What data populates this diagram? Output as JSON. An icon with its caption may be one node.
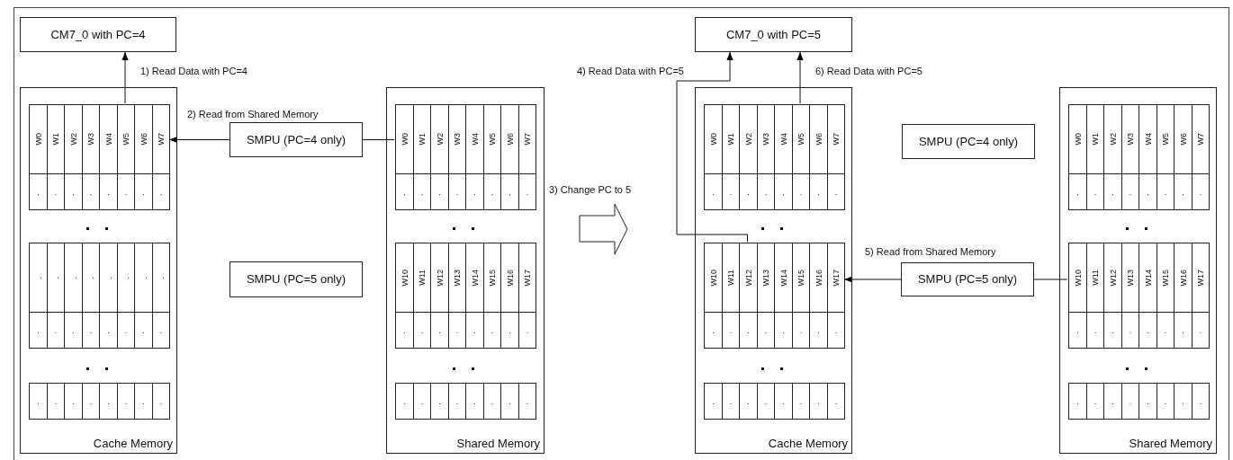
{
  "diagram": {
    "nodes": [
      {
        "text": [
          "CM7_0 with PC=4"
        ]
      },
      {
        "text": [
          "Cache Memory"
        ]
      },
      {
        "text": [
          "W0"
        ],
        "in": 1
      },
      {
        "text": [
          "W1"
        ],
        "in": 1
      },
      {
        "text": [
          "W2"
        ],
        "in": 1
      },
      {
        "text": [
          "W3"
        ],
        "in": 1
      },
      {
        "text": [
          "W4"
        ],
        "in": 1
      },
      {
        "text": [
          "W5"
        ],
        "in": 1
      },
      {
        "text": [
          "W6"
        ],
        "in": 1
      },
      {
        "text": [
          "W7"
        ],
        "in": 1
      },
      {
        "text": [
          "."
        ],
        "in": 1
      },
      {
        "text": [
          "."
        ],
        "in": 1
      },
      {
        "text": [
          "."
        ],
        "in": 1
      },
      {
        "text": [
          "."
        ],
        "in": 1
      },
      {
        "text": [
          "."
        ],
        "in": 1
      },
      {
        "text": [
          "."
        ],
        "in": 1
      },
      {
        "text": [
          "."
        ],
        "in": 1
      },
      {
        "text": [
          "."
        ],
        "in": 1
      },
      {
        "text": [
          "."
        ],
        "in": 1
      },
      {
        "text": [
          "."
        ],
        "in": 1
      },
      {
        "text": [
          "."
        ],
        "in": 1
      },
      {
        "text": [
          "."
        ],
        "in": 1
      },
      {
        "text": [
          "."
        ],
        "in": 1
      },
      {
        "text": [
          "."
        ],
        "in": 1
      },
      {
        "text": [
          "."
        ],
        "in": 1
      },
      {
        "text": [
          "."
        ],
        "in": 1
      },
      {
        "text": [
          "."
        ],
        "in": 1
      },
      {
        "text": [
          "."
        ],
        "in": 1
      },
      {
        "text": [
          "."
        ],
        "in": 1
      },
      {
        "text": [
          "."
        ],
        "in": 1
      },
      {
        "text": [
          "."
        ],
        "in": 1
      },
      {
        "text": [
          "."
        ],
        "in": 1
      },
      {
        "text": [
          "."
        ],
        "in": 1
      },
      {
        "text": [
          "."
        ],
        "in": 1
      },
      {
        "text": [
          "."
        ],
        "in": 1
      },
      {
        "text": [
          "."
        ],
        "in": 1
      },
      {
        "text": [
          "."
        ],
        "in": 1
      },
      {
        "text": [
          "."
        ],
        "in": 1
      },
      {
        "text": [
          "."
        ],
        "in": 1
      },
      {
        "text": [
          "."
        ],
        "in": 1
      },
      {
        "text": [
          "."
        ],
        "in": 1
      },
      {
        "text": [
          "."
        ],
        "in": 1
      },
      {
        "text": [
          "SMPU (PC=4 only)"
        ]
      },
      {
        "text": [
          "SMPU (PC=5 only)"
        ]
      },
      {
        "text": [
          "Shared Memory"
        ]
      },
      {
        "text": [
          "W0"
        ],
        "in": 44
      },
      {
        "text": [
          "W1"
        ],
        "in": 44
      },
      {
        "text": [
          "W2"
        ],
        "in": 44
      },
      {
        "text": [
          "W3"
        ],
        "in": 44
      },
      {
        "text": [
          "W4"
        ],
        "in": 44
      },
      {
        "text": [
          "W5"
        ],
        "in": 44
      },
      {
        "text": [
          "W6"
        ],
        "in": 44
      },
      {
        "text": [
          "W7"
        ],
        "in": 44
      },
      {
        "text": [
          "."
        ],
        "in": 44
      },
      {
        "text": [
          "."
        ],
        "in": 44
      },
      {
        "text": [
          "."
        ],
        "in": 44
      },
      {
        "text": [
          "."
        ],
        "in": 44
      },
      {
        "text": [
          "."
        ],
        "in": 44
      },
      {
        "text": [
          "."
        ],
        "in": 44
      },
      {
        "text": [
          "."
        ],
        "in": 44
      },
      {
        "text": [
          "."
        ],
        "in": 44
      },
      {
        "text": [
          "W10"
        ],
        "in": 44
      },
      {
        "text": [
          "W11"
        ],
        "in": 44
      },
      {
        "text": [
          "W12"
        ],
        "in": 44
      },
      {
        "text": [
          "W13"
        ],
        "in": 44
      },
      {
        "text": [
          "W14"
        ],
        "in": 44
      },
      {
        "text": [
          "W15"
        ],
        "in": 44
      },
      {
        "text": [
          "W16"
        ],
        "in": 44
      },
      {
        "text": [
          "W17"
        ],
        "in": 44
      },
      {
        "text": [
          "."
        ],
        "in": 44
      },
      {
        "text": [
          "."
        ],
        "in": 44
      },
      {
        "text": [
          "."
        ],
        "in": 44
      },
      {
        "text": [
          "."
        ],
        "in": 44
      },
      {
        "text": [
          "."
        ],
        "in": 44
      },
      {
        "text": [
          "."
        ],
        "in": 44
      },
      {
        "text": [
          "."
        ],
        "in": 44
      },
      {
        "text": [
          "."
        ],
        "in": 44
      },
      {
        "text": [
          "."
        ],
        "in": 44
      },
      {
        "text": [
          "."
        ],
        "in": 44
      },
      {
        "text": [
          "."
        ],
        "in": 44
      },
      {
        "text": [
          "."
        ],
        "in": 44
      },
      {
        "text": [
          "."
        ],
        "in": 44
      },
      {
        "text": [
          "."
        ],
        "in": 44
      },
      {
        "text": [
          "."
        ],
        "in": 44
      },
      {
        "text": [
          "."
        ],
        "in": 44
      },
      {
        "text": [
          "CM7_0 with PC=5"
        ]
      },
      {
        "text": [
          "Cache Memory"
        ]
      },
      {
        "text": [
          "W0"
        ],
        "in": 86
      },
      {
        "text": [
          "W1"
        ],
        "in": 86
      },
      {
        "text": [
          "W2"
        ],
        "in": 86
      },
      {
        "text": [
          "W3"
        ],
        "in": 86
      },
      {
        "text": [
          "W4"
        ],
        "in": 86
      },
      {
        "text": [
          "W5"
        ],
        "in": 86
      },
      {
        "text": [
          "W6"
        ],
        "in": 86
      },
      {
        "text": [
          "W7"
        ],
        "in": 86
      },
      {
        "text": [
          "."
        ],
        "in": 86
      },
      {
        "text": [
          "."
        ],
        "in": 86
      },
      {
        "text": [
          "."
        ],
        "in": 86
      },
      {
        "text": [
          "."
        ],
        "in": 86
      },
      {
        "text": [
          "."
        ],
        "in": 86
      },
      {
        "text": [
          "."
        ],
        "in": 86
      },
      {
        "text": [
          "."
        ],
        "in": 86
      },
      {
        "text": [
          "."
        ],
        "in": 86
      },
      {
        "text": [
          "W10"
        ],
        "in": 86
      },
      {
        "text": [
          "W11"
        ],
        "in": 86
      },
      {
        "text": [
          "W12"
        ],
        "in": 86
      },
      {
        "text": [
          "W13"
        ],
        "in": 86
      },
      {
        "text": [
          "W14"
        ],
        "in": 86
      },
      {
        "text": [
          "W15"
        ],
        "in": 86
      },
      {
        "text": [
          "W16"
        ],
        "in": 86
      },
      {
        "text": [
          "W17"
        ],
        "in": 86
      },
      {
        "text": [
          "."
        ],
        "in": 86
      },
      {
        "text": [
          "."
        ],
        "in": 86
      },
      {
        "text": [
          "."
        ],
        "in": 86
      },
      {
        "text": [
          "."
        ],
        "in": 86
      },
      {
        "text": [
          "."
        ],
        "in": 86
      },
      {
        "text": [
          "."
        ],
        "in": 86
      },
      {
        "text": [
          "."
        ],
        "in": 86
      },
      {
        "text": [
          "."
        ],
        "in": 86
      },
      {
        "text": [
          "."
        ],
        "in": 86
      },
      {
        "text": [
          "."
        ],
        "in": 86
      },
      {
        "text": [
          "."
        ],
        "in": 86
      },
      {
        "text": [
          "."
        ],
        "in": 86
      },
      {
        "text": [
          "."
        ],
        "in": 86
      },
      {
        "text": [
          "."
        ],
        "in": 86
      },
      {
        "text": [
          "."
        ],
        "in": 86
      },
      {
        "text": [
          "."
        ],
        "in": 86
      },
      {
        "text": [
          "SMPU (PC=4 only)"
        ]
      },
      {
        "text": [
          "SMPU (PC=5 only)"
        ]
      },
      {
        "text": [
          "Shared Memory"
        ]
      },
      {
        "text": [
          "W0"
        ],
        "in": 129
      },
      {
        "text": [
          "W1"
        ],
        "in": 129
      },
      {
        "text": [
          "W2"
        ],
        "in": 129
      },
      {
        "text": [
          "W3"
        ],
        "in": 129
      },
      {
        "text": [
          "W4"
        ],
        "in": 129
      },
      {
        "text": [
          "W5"
        ],
        "in": 129
      },
      {
        "text": [
          "W6"
        ],
        "in": 129
      },
      {
        "text": [
          "W7"
        ],
        "in": 129
      },
      {
        "text": [
          "."
        ],
        "in": 129
      },
      {
        "text": [
          "."
        ],
        "in": 129
      },
      {
        "text": [
          "."
        ],
        "in": 129
      },
      {
        "text": [
          "."
        ],
        "in": 129
      },
      {
        "text": [
          "."
        ],
        "in": 129
      },
      {
        "text": [
          "."
        ],
        "in": 129
      },
      {
        "text": [
          "."
        ],
        "in": 129
      },
      {
        "text": [
          "."
        ],
        "in": 129
      },
      {
        "text": [
          "W10"
        ],
        "in": 129
      },
      {
        "text": [
          "W11"
        ],
        "in": 129
      },
      {
        "text": [
          "W12"
        ],
        "in": 129
      },
      {
        "text": [
          "W13"
        ],
        "in": 129
      },
      {
        "text": [
          "W14"
        ],
        "in": 129
      },
      {
        "text": [
          "W15"
        ],
        "in": 129
      },
      {
        "text": [
          "W16"
        ],
        "in": 129
      },
      {
        "text": [
          "W17"
        ],
        "in": 129
      },
      {
        "text": [
          "."
        ],
        "in": 129
      },
      {
        "text": [
          "."
        ],
        "in": 129
      },
      {
        "text": [
          "."
        ],
        "in": 129
      },
      {
        "text": [
          "."
        ],
        "in": 129
      },
      {
        "text": [
          "."
        ],
        "in": 129
      },
      {
        "text": [
          "."
        ],
        "in": 129
      },
      {
        "text": [
          "."
        ],
        "in": 129
      },
      {
        "text": [
          "."
        ],
        "in": 129
      },
      {
        "text": [
          "."
        ],
        "in": 129
      },
      {
        "text": [
          "."
        ],
        "in": 129
      },
      {
        "text": [
          "."
        ],
        "in": 129
      },
      {
        "text": [
          "."
        ],
        "in": 129
      },
      {
        "text": [
          "."
        ],
        "in": 129
      },
      {
        "text": [
          "."
        ],
        "in": 129
      },
      {
        "text": [
          "."
        ],
        "in": 129
      },
      {
        "text": [
          "."
        ],
        "in": 129
      }
    ],
    "edges": [
      {
        "from": 7,
        "to": 0,
        "arrow": "to",
        "label": "1) Read Data with PC=4"
      },
      {
        "from": 45,
        "to": 42,
        "arrow": "none"
      },
      {
        "from": 42,
        "to": 9,
        "arrow": "to",
        "label": "2) Read from Shared Memory"
      },
      {
        "from": 105,
        "to": 85,
        "arrow": "to",
        "label": "4) Read Data with PC=5"
      },
      {
        "from": 146,
        "to": 128,
        "arrow": "none"
      },
      {
        "from": 128,
        "to": 110,
        "arrow": "to",
        "label": "5) Read from Shared Memory"
      },
      {
        "from": 92,
        "to": 85,
        "arrow": "to",
        "label": "6) Read Data with PC=5"
      }
    ],
    "labels": [
      "3) Change PC to 5"
    ]
  }
}
